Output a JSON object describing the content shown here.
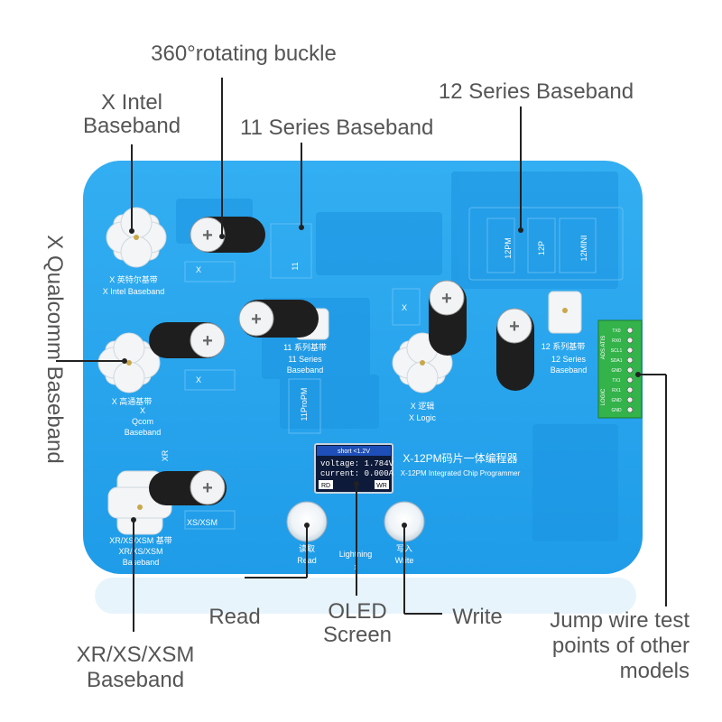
{
  "callouts": {
    "rotating_buckle": "360°rotating buckle",
    "x_intel_line1": "X Intel",
    "x_intel_line2": "Baseband",
    "series11": "11 Series Baseband",
    "series12": "12 Series Baseband",
    "x_qualcomm": "X Qualcomm Baseband",
    "read": "Read",
    "oled_line1": "OLED",
    "oled_line2": "Screen",
    "write": "Write",
    "jump_line1": "Jump wire test",
    "jump_line2": "points of other",
    "jump_line3": "models",
    "xr_line1": "XR/XS/XSM",
    "xr_line2": "Baseband"
  },
  "board": {
    "x_intel_cn": "X 英特尔基带",
    "x_intel_en": "X Intel Baseband",
    "x_qcom_cn": "X 高通基带",
    "x_qcom_en1": "X",
    "x_qcom_en2": "Qcom",
    "x_qcom_en3": "Baseband",
    "s11_cn": "11 系列基带",
    "s11_en1": "11  Series",
    "s11_en2": "Baseband",
    "s12_cn": "12 系列基带",
    "s12_en1": "12  Series",
    "s12_en2": "Baseband",
    "xlogic_cn": "X 逻辑",
    "xlogic_en": "X Logic",
    "xr_cn": "XR/XS/XSM 基带",
    "xr_en1": "XR/XS/XSM",
    "xr_en2": "Baseband",
    "programmer_cn": "X-12PM码片一体编程器",
    "programmer_en": "X-12PM Integrated Chip Programmer",
    "read_cn": "读取",
    "read_en": "Read",
    "write_cn": "写入",
    "write_en": "Write",
    "lightning": "Lightning",
    "lightning_sub": "1",
    "slot_x": "X",
    "slot_x2": "X",
    "slot_11": "11",
    "slot_11propm": "11ProPM",
    "slot_xr": "XR",
    "slot_xsxsm": "XS/XSM",
    "slot_x_logic": "X",
    "slot_12pm": "12PM",
    "slot_12p": "12P",
    "slot_12mini": "12MINI",
    "connector_side_label": "ADS ATIS",
    "connector_logic": "LOGIC",
    "pins": [
      "TX0",
      "RX0",
      "SCL1",
      "SDA1",
      "GND",
      "TX1",
      "RX1",
      "GND",
      "GND"
    ]
  },
  "oled": {
    "header": "short <1.2V",
    "voltage": "voltage: 1.784V",
    "current": "current: 0.000A",
    "rd": "RD",
    "wr": "WR"
  },
  "colors": {
    "board": "#2aa7ee",
    "board_dark": "#1a8fd8",
    "buckle": "#1e1e1e",
    "connector": "#33b34a",
    "callout_text": "#555555"
  }
}
